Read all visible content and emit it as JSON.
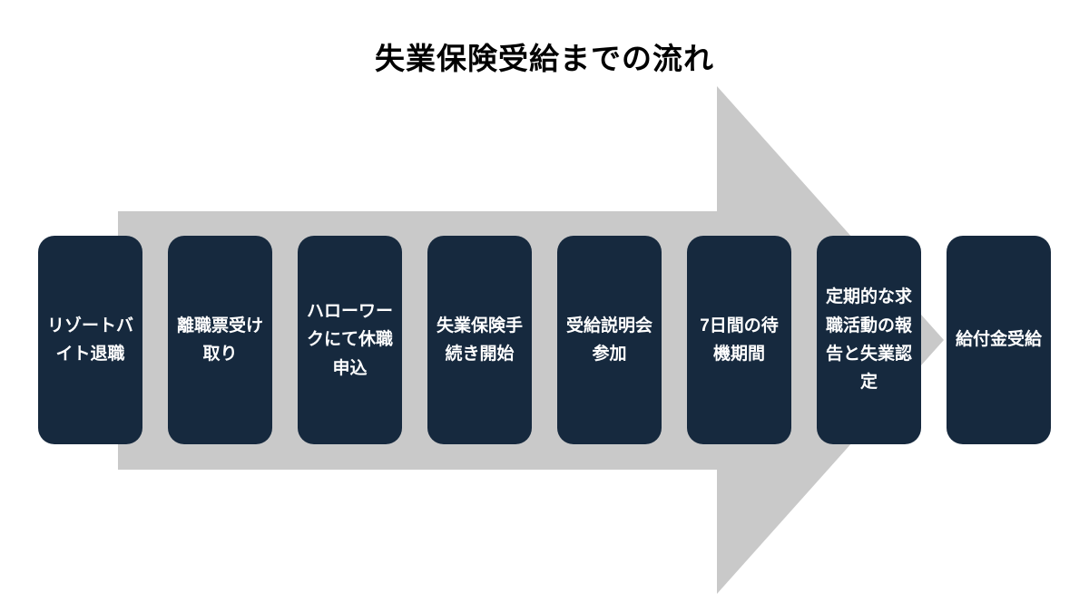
{
  "title": "失業保険受給までの流れ",
  "colors": {
    "arrow": "#c9c9c9",
    "box": "#16293e",
    "box_text": "#ffffff",
    "title_text": "#000000"
  },
  "diagram": {
    "type": "process-flow-arrow",
    "direction": "left-to-right"
  },
  "steps": [
    {
      "label": "リゾートバイト退職"
    },
    {
      "label": "離職票受け取り"
    },
    {
      "label": "ハローワークにて休職申込"
    },
    {
      "label": "失業保険手続き開始"
    },
    {
      "label": "受給説明会参加"
    },
    {
      "label": "7日間の待機期間"
    },
    {
      "label": "定期的な求職活動の報告と失業認定"
    },
    {
      "label": "給付金受給"
    }
  ]
}
